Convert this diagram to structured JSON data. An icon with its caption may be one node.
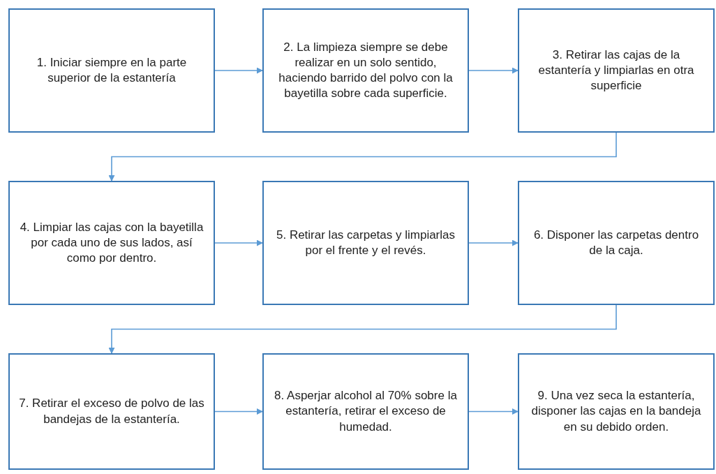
{
  "diagram": {
    "nodes": [
      {
        "text": [
          "1. Iniciar siempre en la parte superior de la estantería"
        ]
      },
      {
        "text": [
          "2. La limpieza siempre se debe realizar en un solo sentido, haciendo barrido del polvo con la bayetilla sobre cada superficie."
        ]
      },
      {
        "text": [
          "3. Retirar las cajas de la estantería y limpiarlas en otra superficie"
        ]
      },
      {
        "text": [
          "4. Limpiar las cajas con la bayetilla por cada uno de sus lados, así como por dentro."
        ]
      },
      {
        "text": [
          "5. Retirar las carpetas y limpiarlas por el frente y el revés."
        ]
      },
      {
        "text": [
          "6. Disponer las carpetas dentro de la caja."
        ]
      },
      {
        "text": [
          "7. Retirar el exceso de polvo de las bandejas de la estantería."
        ]
      },
      {
        "text": [
          "8. Asperjar alcohol al 70% sobre la estantería, retirar el exceso de humedad."
        ]
      },
      {
        "text": [
          "9. Una vez seca la estantería, disponer las cajas en la bandeja en su debido orden."
        ]
      }
    ],
    "edges": [
      {
        "from": 0,
        "to": 1,
        "arrow": "to"
      },
      {
        "from": 1,
        "to": 2,
        "arrow": "to"
      },
      {
        "from": 2,
        "to": 3,
        "arrow": "to"
      },
      {
        "from": 3,
        "to": 4,
        "arrow": "to"
      },
      {
        "from": 4,
        "to": 5,
        "arrow": "to"
      },
      {
        "from": 5,
        "to": 6,
        "arrow": "to"
      },
      {
        "from": 6,
        "to": 7,
        "arrow": "to"
      },
      {
        "from": 7,
        "to": 8,
        "arrow": "to"
      }
    ]
  }
}
